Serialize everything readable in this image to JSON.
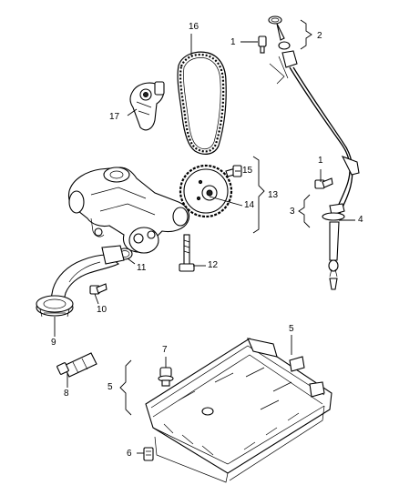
{
  "diagram": {
    "callouts": {
      "c16": "16",
      "c1_top": "1",
      "c2": "2",
      "c17": "17",
      "c15": "15",
      "c13": "13",
      "c14": "14",
      "c1_mid": "1",
      "c3": "3",
      "c4": "4",
      "c11": "11",
      "c12": "12",
      "c10": "10",
      "c9": "9",
      "c5_right": "5",
      "c7": "7",
      "c5_left": "5",
      "c8": "8",
      "c6": "6"
    }
  }
}
